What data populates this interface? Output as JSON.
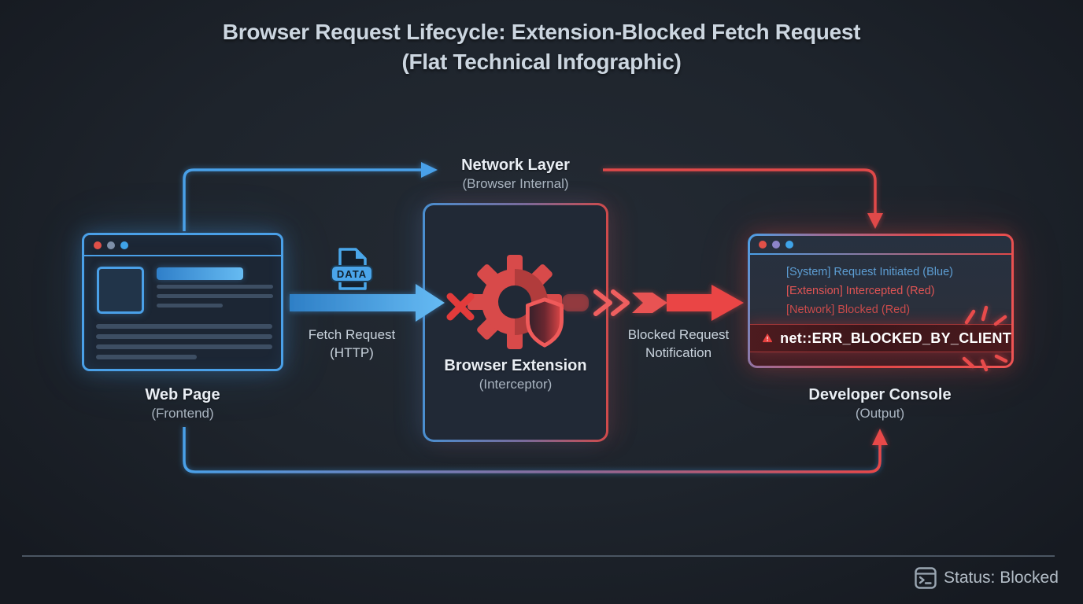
{
  "title": {
    "line1": "Browser Request Lifecycle: Extension-Blocked Fetch Request",
    "line2": "(Flat Technical Infographic)"
  },
  "nodes": {
    "web_page": {
      "title": "Web Page",
      "subtitle": "(Frontend)"
    },
    "network_layer": {
      "title": "Network Layer",
      "subtitle": "(Browser Internal)"
    },
    "browser_extension": {
      "title": "Browser Extension",
      "subtitle": "(Interceptor)"
    },
    "developer_console": {
      "title": "Developer Console",
      "subtitle": "(Output)"
    }
  },
  "edges": {
    "fetch_request": {
      "line1": "Fetch Request",
      "line2": "(HTTP)",
      "badge": "DATA"
    },
    "blocked_notification": {
      "line1": "Blocked Request",
      "line2": "Notification"
    }
  },
  "console": {
    "lines": [
      {
        "text": "[System] Request Initiated (Blue)",
        "color": "#5d9ed4"
      },
      {
        "text": "[Extension] Intercepted (Red)",
        "color": "#e05454"
      },
      {
        "text": "[Network] Blocked (Red)",
        "color": "#c94b4b"
      }
    ],
    "error_text": "net::ERR_BLOCKED_BY_CLIENT"
  },
  "status_bar": {
    "text": "Status: Blocked"
  },
  "colors": {
    "background": "#1f252d",
    "accent_blue": "#4aa0e8",
    "accent_red": "#e54848",
    "error_bar_bg": "#471b1e",
    "title_text": "#ccd6e0",
    "skeleton_line": "#3d4e63"
  }
}
